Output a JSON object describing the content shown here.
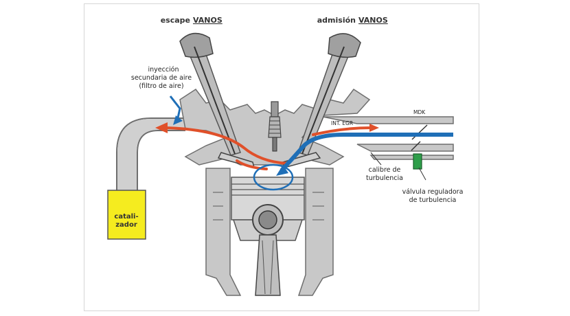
{
  "labels": {
    "exhaust_prefix": "escape",
    "exhaust_vanos": "VANOS",
    "intake_prefix": "admisión",
    "intake_vanos": "VANOS",
    "secondary_air_line1": "inyección",
    "secondary_air_line2": "secundaria de aire",
    "secondary_air_line3": "(filtro de aire)",
    "mdk": "MDK",
    "int_egr": "INT. EGR",
    "turbulence_gauge_line1": "calibre de",
    "turbulence_gauge_line2": "turbulencia",
    "turbulence_valve_line1": "válvula reguladora",
    "turbulence_valve_line2": "de turbulencia",
    "catalyst_line1": "catali-",
    "catalyst_line2": "zador"
  },
  "colors": {
    "outline": "#6e6e6e",
    "metal_fill": "#c8c8c8",
    "exhaust_flow": "#e0502a",
    "intake_flow": "#1f6fb7",
    "catalyst_fill": "#f5ec1f",
    "valve_green": "#2e9e4a"
  }
}
